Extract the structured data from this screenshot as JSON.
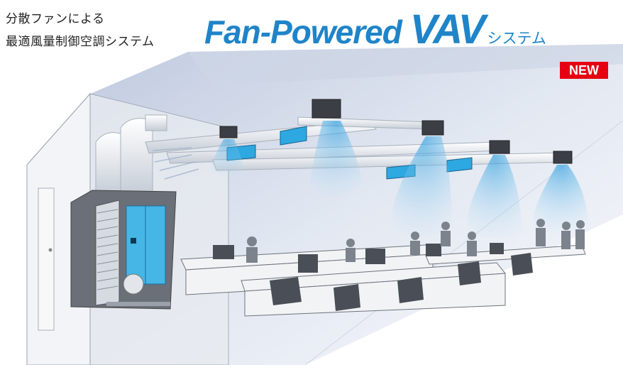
{
  "heading": {
    "line1": "分散ファンによる",
    "line2": "最適風量制御空調システム"
  },
  "title": {
    "fan_powered": "Fan-Powered",
    "vav": "VAV",
    "system": "システム"
  },
  "badge": "NEW",
  "colors": {
    "brand_blue": "#1f84c8",
    "badge_red": "#e60012",
    "unit_cyan": "#45b6e6"
  }
}
